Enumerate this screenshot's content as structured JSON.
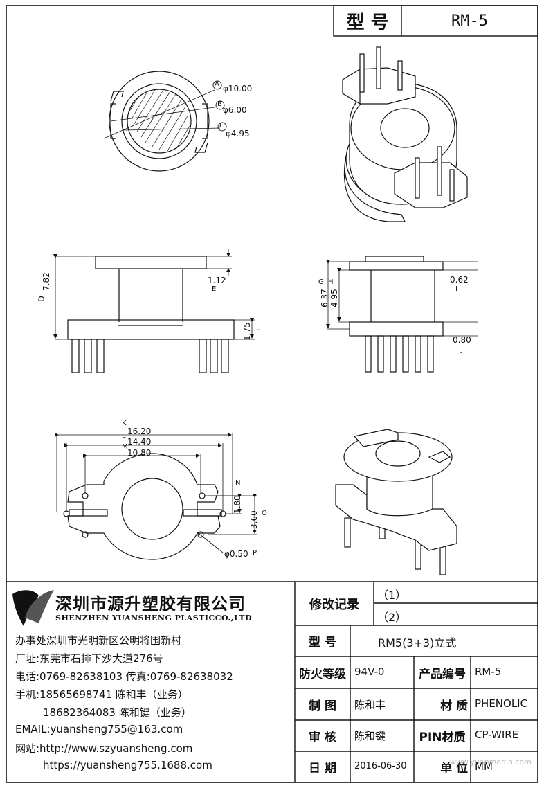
{
  "title_block": {
    "model_label": "型 号",
    "model_value": "RM-5"
  },
  "dimensions": {
    "A": "A",
    "a_val": "φ10.00",
    "B": "B",
    "b_val": "φ6.00",
    "C": "C",
    "c_val": "φ4.95",
    "D": "D",
    "d_val": "7.82",
    "E": "E",
    "e_val": "1.12",
    "F": "F",
    "f_val": "1.75",
    "G": "G",
    "g_val": "6.37",
    "H": "H",
    "h_val": "4.95",
    "I": "I",
    "i_val": "0.62",
    "J": "J",
    "j_val": "0.80",
    "K": "K",
    "k_val": "16.20",
    "L": "L",
    "l_val": "14.40",
    "M": "M",
    "m_val": "10.80",
    "N": "N",
    "n_val": "1.80",
    "O": "O",
    "o_val": "3.60",
    "P": "P",
    "p_val": "φ0.50"
  },
  "company": {
    "name_cn": "深圳市源升塑胶有限公司",
    "name_en": "SHENZHEN YUANSHENG PLASTICCO.,LTD",
    "office": "办事处深圳市光明新区公明将围新村",
    "factory": "厂址:东莞市石排下沙大道276号",
    "phone": "电话:0769-82638103 传真:0769-82638032",
    "mobile1": "手机:18565698741 陈和丰（业务）",
    "mobile2": "18682364083 陈和键（业务）",
    "email": "EMAIL:yuansheng755@163.com",
    "web_label": "网站:http://www.szyuansheng.com",
    "web2": "https://yuansheng755.1688.com"
  },
  "revision": {
    "label": "修改记录",
    "r1": "（1）",
    "r2": "（2）"
  },
  "spec": {
    "model_label": "型 号",
    "model_value": "RM5(3+3)立式",
    "fire_label": "防火等级",
    "fire_value": "94V-0",
    "prodno_label": "产品编号",
    "prodno_value": "RM-5",
    "drawn_label": "制 图",
    "drawn_value": "陈和丰",
    "material_label": "材 质",
    "material_value": "PHENOLIC",
    "check_label": "审 核",
    "check_value": "陈和键",
    "pin_label": "PIN材质",
    "pin_value": "CP-WIRE",
    "date_label": "日 期",
    "date_value": "2016-06-30",
    "unit_label": "单 位",
    "unit_value": "MM"
  },
  "watermark": "www.yuanmedia.com"
}
